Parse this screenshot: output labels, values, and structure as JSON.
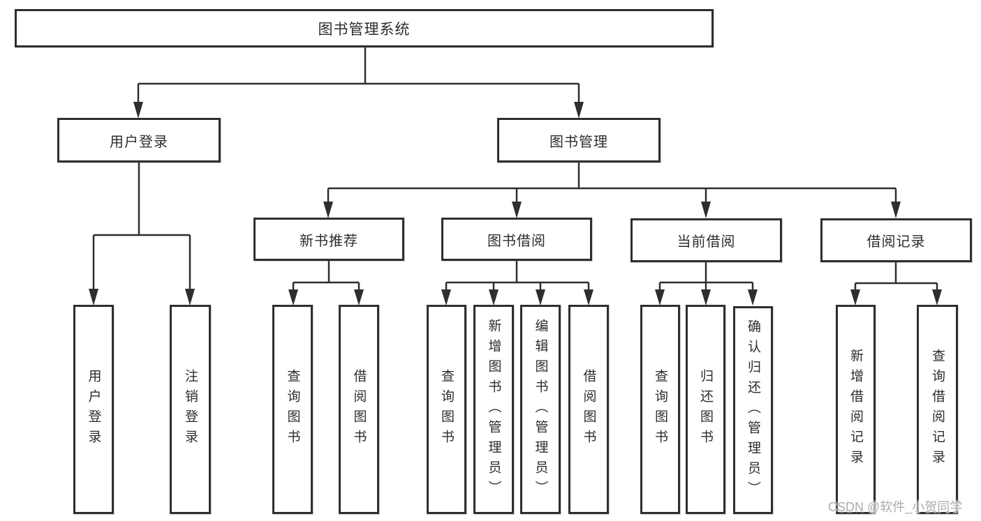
{
  "diagram": {
    "root": {
      "label": "图书管理系统"
    },
    "level2": [
      {
        "label": "用户登录"
      },
      {
        "label": "图书管理"
      }
    ],
    "level3": [
      {
        "label": "新书推荐"
      },
      {
        "label": "图书借阅"
      },
      {
        "label": "当前借阅"
      },
      {
        "label": "借阅记录"
      }
    ],
    "leaves": {
      "user_login": [
        "用户登录",
        "注销登录"
      ],
      "new_book": [
        "查询图书",
        "借阅图书"
      ],
      "book_borrow": [
        "查询图书",
        "新增图书（管理员）",
        "编辑图书（管理员）",
        "借阅图书"
      ],
      "current_borrow": [
        "查询图书",
        "归还图书",
        "确认归还（管理员）"
      ],
      "borrow_record": [
        "新增借阅记录",
        "查询借阅记录"
      ]
    }
  },
  "watermark": {
    "text": "CSDN @软件_小贺同学"
  },
  "colors": {
    "line": "#2e2e2e",
    "box_border": "#2e2e2e",
    "text": "#2d2d30",
    "background": "#ffffff",
    "watermark": "#ababab"
  }
}
